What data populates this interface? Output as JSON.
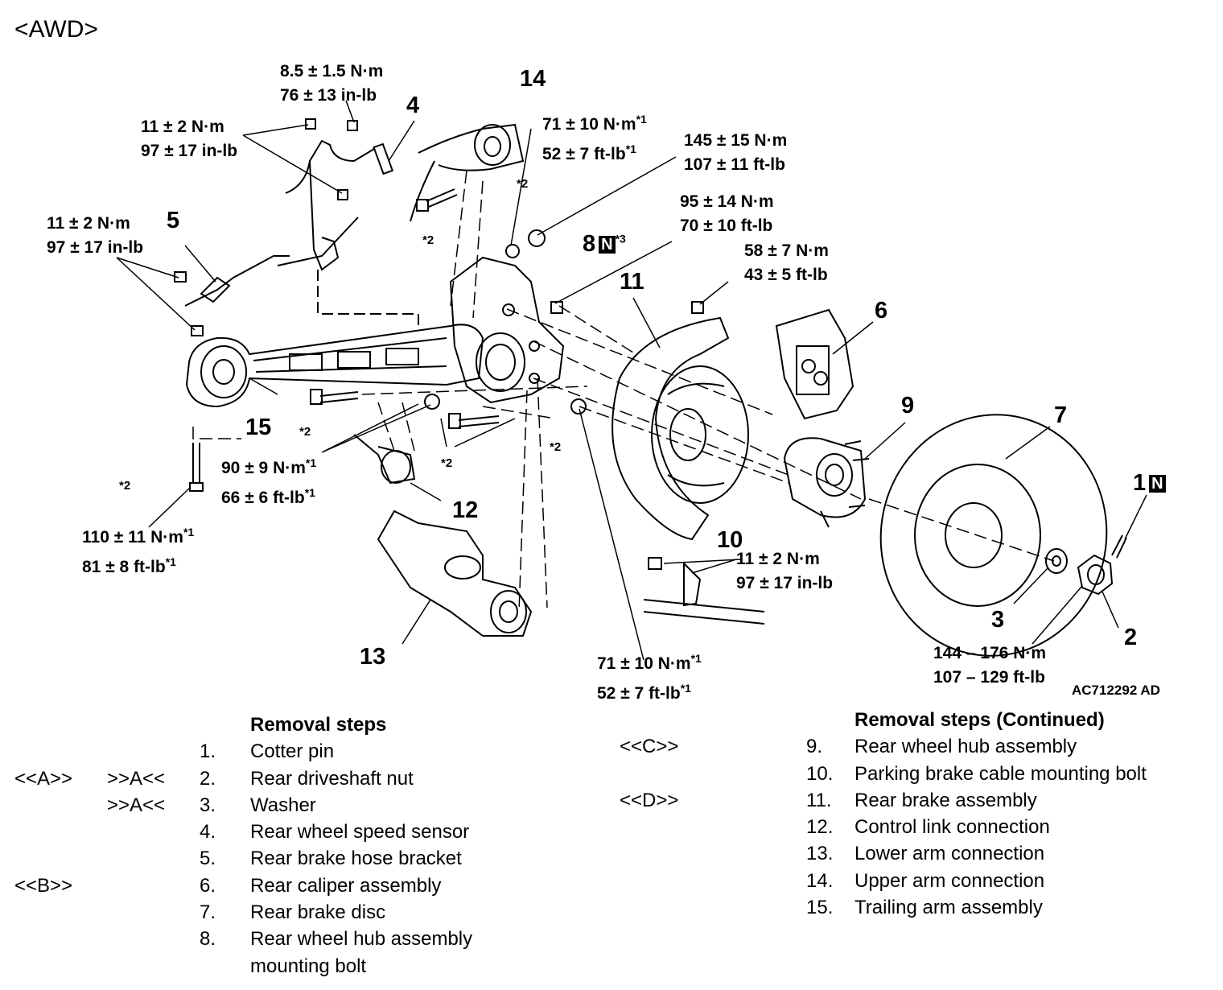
{
  "title": "<AWD>",
  "figure_code": "AC712292 AD",
  "torques": {
    "t_sensor_bolt": [
      "8.5 ± 1.5 N·m",
      "76 ± 13 in-lb"
    ],
    "t_sensor_bracket": [
      "11 ± 2 N·m",
      "97 ± 17 in-lb"
    ],
    "t_hose_bracket": [
      "11 ± 2 N·m",
      "97 ± 17 in-lb"
    ],
    "t_upper_arm": [
      "71 ± 10 N·m",
      "52 ± 7 ft-lb"
    ],
    "t_knuckle_upper": [
      "145 ± 15 N·m",
      "107 ± 11 ft-lb"
    ],
    "t_hub_bolt": [
      "95 ± 14 N·m",
      "70 ± 10 ft-lb"
    ],
    "t_caliper": [
      "58 ± 7 N·m",
      "43 ± 5 ft-lb"
    ],
    "t_control_link": [
      "90 ± 9 N·m",
      "66 ± 6 ft-lb"
    ],
    "t_trailing_arm": [
      "110 ± 11 N·m",
      "81 ± 8 ft-lb"
    ],
    "t_cable_bolt": [
      "11 ± 2 N·m",
      "97 ± 17 in-lb"
    ],
    "t_lower_arm": [
      "71 ± 10 N·m",
      "52 ± 7 ft-lb"
    ],
    "t_drive_nut": [
      "144 – 176 N·m",
      "107 – 129 ft-lb"
    ]
  },
  "markers": {
    "star1": "*1",
    "star2": "*2",
    "star3": "*3",
    "new": "N"
  },
  "callouts": [
    "1",
    "2",
    "3",
    "4",
    "5",
    "6",
    "7",
    "8",
    "9",
    "10",
    "11",
    "12",
    "13",
    "14",
    "15"
  ],
  "removal_left": {
    "heading": "Removal steps",
    "steps": [
      {
        "ref": "",
        "ref2": "",
        "n": "1.",
        "text": "Cotter pin"
      },
      {
        "ref": "<<A>>",
        "ref2": ">>A<<",
        "n": "2.",
        "text": "Rear driveshaft nut"
      },
      {
        "ref": "",
        "ref2": ">>A<<",
        "n": "3.",
        "text": "Washer"
      },
      {
        "ref": "",
        "ref2": "",
        "n": "4.",
        "text": "Rear wheel speed sensor"
      },
      {
        "ref": "",
        "ref2": "",
        "n": "5.",
        "text": "Rear brake hose bracket"
      },
      {
        "ref": "<<B>>",
        "ref2": "",
        "n": "6.",
        "text": "Rear caliper assembly"
      },
      {
        "ref": "",
        "ref2": "",
        "n": "7.",
        "text": "Rear brake disc"
      },
      {
        "ref": "",
        "ref2": "",
        "n": "8.",
        "text": "Rear wheel hub assembly"
      },
      {
        "ref": "",
        "ref2": "",
        "n": "",
        "text": "mounting bolt"
      }
    ]
  },
  "removal_right": {
    "heading": "Removal steps (Continued)",
    "steps": [
      {
        "ref": "<<C>>",
        "n": "9.",
        "text": "Rear wheel hub assembly"
      },
      {
        "ref": "",
        "n": "10.",
        "text": "Parking brake cable mounting bolt"
      },
      {
        "ref": "<<D>>",
        "n": "11.",
        "text": "Rear brake assembly"
      },
      {
        "ref": "",
        "n": "12.",
        "text": "Control link connection"
      },
      {
        "ref": "",
        "n": "13.",
        "text": "Lower arm connection"
      },
      {
        "ref": "",
        "n": "14.",
        "text": "Upper arm connection"
      },
      {
        "ref": "",
        "n": "15.",
        "text": "Trailing arm assembly"
      }
    ]
  }
}
